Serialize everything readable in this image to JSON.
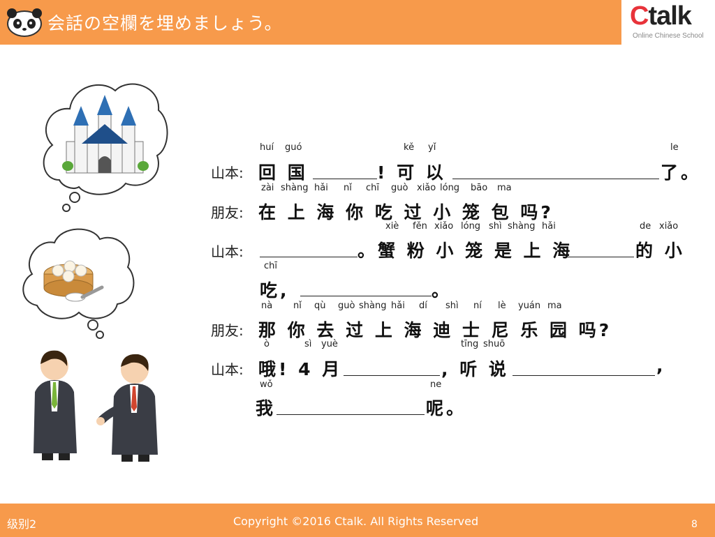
{
  "header": {
    "title": "会話の空欄を埋めましょう。",
    "logo_main": "talk",
    "logo_c": "C",
    "logo_sub": "Online Chinese School"
  },
  "footer": {
    "level": "级别2",
    "copyright": "Copyright ©2016 Ctalk. All Rights Reserved",
    "page": "8"
  },
  "dialogue": [
    {
      "speaker": "山本:",
      "pinyin": [
        "huí",
        "guó",
        "kě",
        "yǐ",
        "le"
      ],
      "text": [
        "回 国",
        "! 可 以",
        "了。"
      ]
    },
    {
      "speaker": "朋友:",
      "pinyin": [
        "zài",
        "shàng",
        "hǎi",
        "nǐ",
        "chī",
        "guò",
        "xiǎo",
        "lóng",
        "bāo",
        "ma"
      ],
      "text": [
        "在 上 海 你 吃 过 小 笼 包 吗?"
      ]
    },
    {
      "speaker": "山本:",
      "pinyin": [
        "xiè",
        "fěn",
        "xiǎo",
        "lóng",
        "shì",
        "shàng",
        "hǎi",
        "de",
        "xiǎo",
        "chī"
      ],
      "text": [
        "。蟹 粉 小 笼 是 上 海",
        "的 小",
        "吃,",
        "。"
      ]
    },
    {
      "speaker": "朋友:",
      "pinyin": [
        "nà",
        "nǐ",
        "qù",
        "guò",
        "shàng",
        "hǎi",
        "dí",
        "shì",
        "ní",
        "lè",
        "yuán",
        "ma"
      ],
      "text": [
        "那 你 去 过 上 海 迪 士 尼 乐 园 吗?"
      ]
    },
    {
      "speaker": "山本:",
      "pinyin": [
        "ò",
        "sì",
        "yuè",
        "tīng",
        "shuō",
        "wǒ",
        "ne"
      ],
      "text": [
        "哦! 4 月",
        ", 听 说",
        ",",
        "我",
        "呢。"
      ]
    }
  ]
}
